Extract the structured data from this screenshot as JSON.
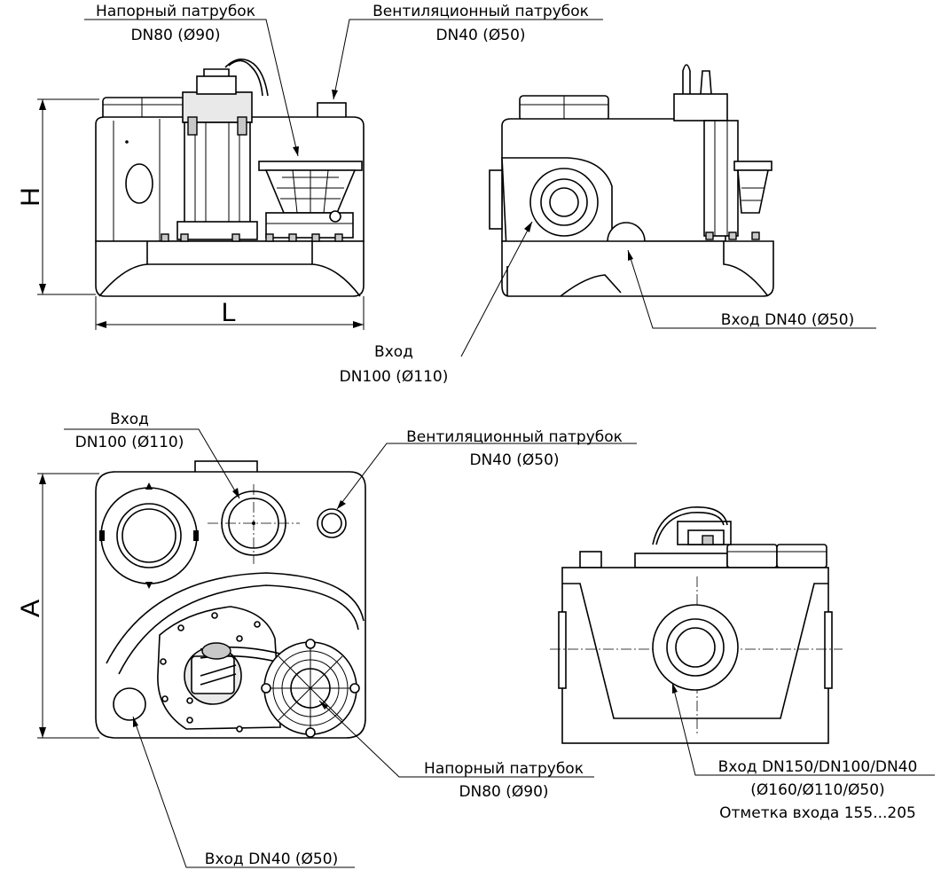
{
  "labels": {
    "side_outlet": [
      "Напорный патрубок",
      "DN80 (Ø90)"
    ],
    "side_vent": [
      "Вентиляционный патрубок",
      "DN40 (Ø50)"
    ],
    "side_dim_h": "H",
    "side_dim_l": "L",
    "front_inlet_small": "Вход DN40 (Ø50)",
    "front_inlet_large": [
      "Вход",
      "DN100 (Ø110)"
    ],
    "top_inlet": [
      "Вход",
      "DN100 (Ø110)"
    ],
    "top_vent": [
      "Вентиляционный патрубок",
      "DN40 (Ø50)"
    ],
    "top_dim_a": "A",
    "top_outlet": [
      "Напорный патрубок",
      "DN80 (Ø90)"
    ],
    "top_inlet_small": "Вход DN40 (Ø50)",
    "rear_inlet": [
      "Вход DN150/DN100/DN40",
      "(Ø160/Ø110/Ø50)",
      "Отметка входа 155...205"
    ]
  }
}
